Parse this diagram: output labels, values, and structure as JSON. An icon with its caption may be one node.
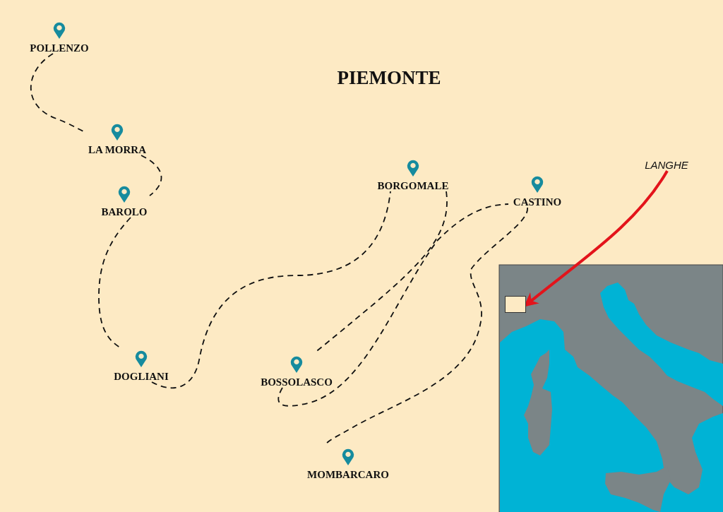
{
  "diagram": {
    "title": "PIEMONTE",
    "nodes": [
      {
        "text": [
          "POLLENZO"
        ]
      },
      {
        "text": [
          "LA MORRA"
        ]
      },
      {
        "text": [
          "BAROLO"
        ]
      },
      {
        "text": [
          "DOGLIANI"
        ]
      },
      {
        "text": [
          "BORGOMALE"
        ]
      },
      {
        "text": [
          "CASTINO"
        ]
      },
      {
        "text": [
          "BOSSOLASCO"
        ]
      },
      {
        "text": [
          "MOMBARCARO"
        ]
      },
      {
        "text": [
          "LANGHE"
        ]
      },
      {
        "text": [],
        "shape": "box"
      }
    ],
    "edges": [
      {
        "from": 0,
        "to": 1,
        "arrow": "none",
        "style": "dashed"
      },
      {
        "from": 1,
        "to": 2,
        "arrow": "none",
        "style": "dashed"
      },
      {
        "from": 2,
        "to": 3,
        "arrow": "none",
        "style": "dashed"
      },
      {
        "from": 3,
        "to": 4,
        "arrow": "none",
        "style": "dashed"
      },
      {
        "from": 4,
        "to": 6,
        "arrow": "none",
        "style": "dashed"
      },
      {
        "from": 6,
        "to": 5,
        "arrow": "none",
        "style": "dashed"
      },
      {
        "from": 5,
        "to": 7,
        "arrow": "none",
        "style": "dashed"
      },
      {
        "from": 8,
        "to": 9,
        "arrow": "to",
        "style": "thick",
        "color": "#e3141b"
      }
    ]
  }
}
